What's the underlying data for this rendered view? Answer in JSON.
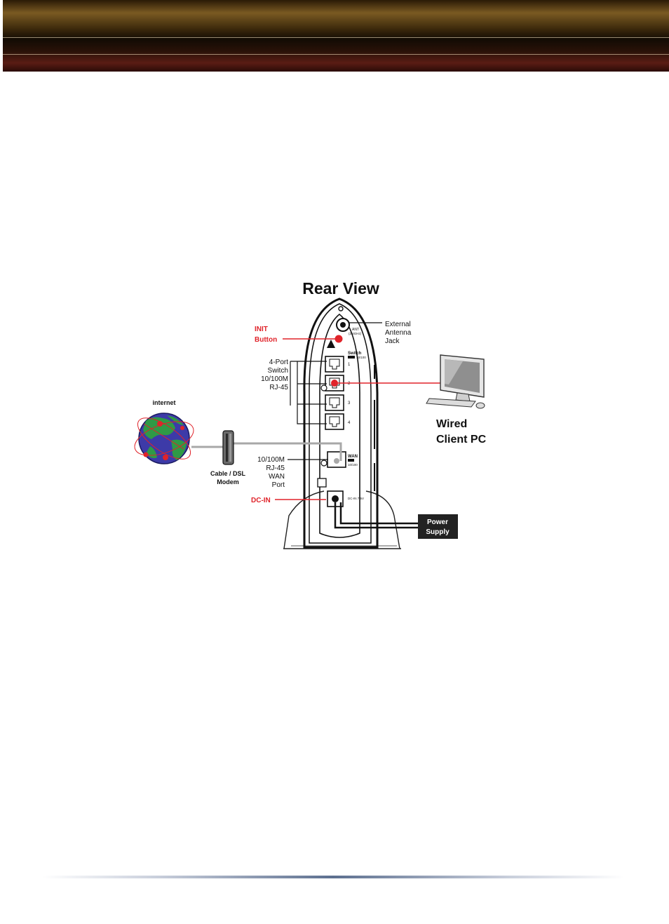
{
  "diagram": {
    "title": "Rear View",
    "labels": {
      "init_button": [
        "INIT",
        "Button"
      ],
      "external_antenna": [
        "External",
        "Antenna",
        "Jack"
      ],
      "four_port_switch": [
        "4-Port",
        "Switch",
        "10/100M",
        "RJ-45"
      ],
      "internet": "internet",
      "modem": [
        "Cable / DSL",
        "Modem"
      ],
      "wan_port": [
        "10/100M",
        "RJ-45",
        "WAN",
        "Port"
      ],
      "dc_in": "DC-IN",
      "wired_client": [
        "Wired",
        "Client PC"
      ],
      "power_supply": [
        "Power",
        "Supply"
      ]
    },
    "device_markings": {
      "ant": "ANT",
      "ant_freq": "(2.4GHz)",
      "switch": "Switch",
      "switch_speed": "10/100",
      "port_numbers": [
        "1",
        "2",
        "3",
        "4"
      ],
      "wan": "WAN",
      "wan_speed": "10/100",
      "dc_in_rating": "DC-IN 7.5V"
    },
    "colors": {
      "highlight_red": "#e0232a",
      "line_black": "#111111",
      "cable_gray": "#a8a8a8",
      "power_box": "#222222"
    }
  }
}
